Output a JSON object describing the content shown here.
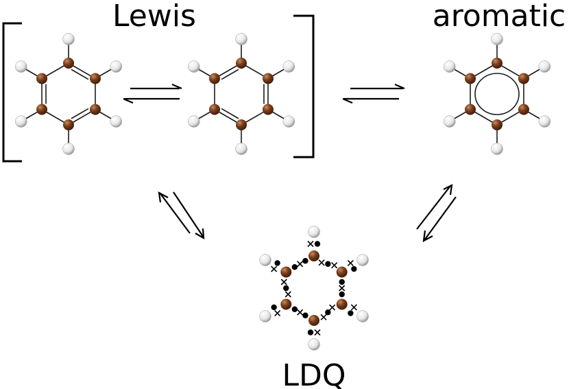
{
  "labels": {
    "lewis": "Lewis",
    "aromatic": "aromatic",
    "ldq": "LDQ"
  },
  "colors": {
    "carbon": "#7a3e1b",
    "hydrogen": "#e8e8e8",
    "bond": "#1a1a1a",
    "electron": "#000000",
    "text": "#000000"
  },
  "structures": [
    {
      "id": "lewis-kekule-1",
      "representation": "Lewis",
      "double_bonds": [
        "C1=C2",
        "C3=C4",
        "C5=C6"
      ]
    },
    {
      "id": "lewis-kekule-2",
      "representation": "Lewis",
      "double_bonds": [
        "C2=C3",
        "C4=C5",
        "C6=C1"
      ]
    },
    {
      "id": "aromatic-benzene",
      "representation": "aromatic",
      "double_bonds": []
    },
    {
      "id": "ldq-benzene",
      "representation": "LDQ",
      "double_bonds": []
    }
  ],
  "equilibria": [
    {
      "from": "lewis-kekule-1",
      "to": "lewis-kekule-2"
    },
    {
      "from": "Lewis",
      "to": "aromatic"
    },
    {
      "from": "Lewis",
      "to": "LDQ"
    },
    {
      "from": "aromatic",
      "to": "LDQ"
    }
  ]
}
